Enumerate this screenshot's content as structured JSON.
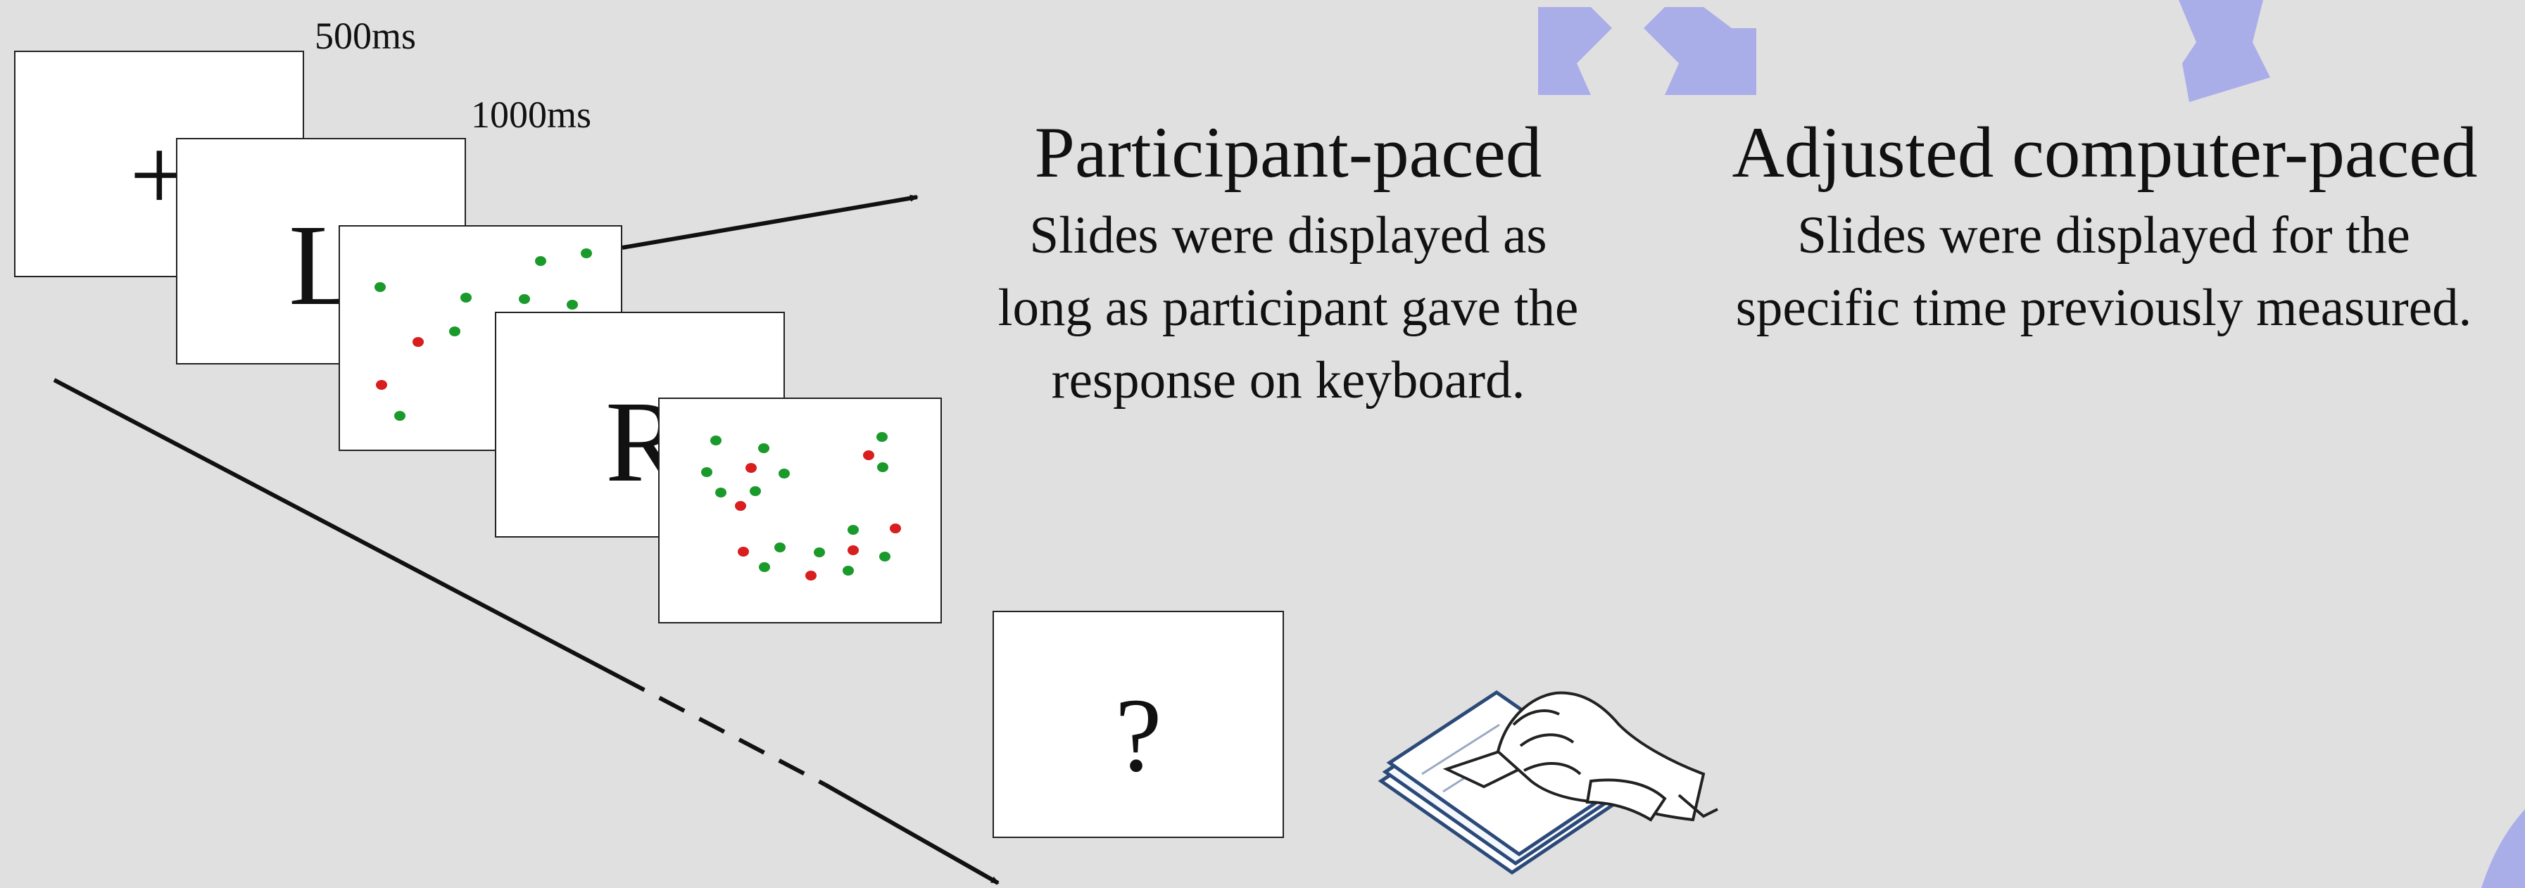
{
  "timing": {
    "fixation": "500ms",
    "letter": "1000ms"
  },
  "slides": {
    "fixation_symbol": "+",
    "letter_left": "L",
    "letter_right": "R",
    "question_symbol": "?"
  },
  "conditions": [
    {
      "title": "Participant-paced",
      "lines": [
        "Slides were displayed as",
        "long as participant gave the",
        "response on keyboard."
      ]
    },
    {
      "title": "Adjusted computer-paced",
      "lines": [
        "Slides were displayed for the",
        "specific time previously measured."
      ]
    }
  ],
  "colors": {
    "background": "#e0e0e0",
    "arrow_decor": "#a9aee8",
    "dot_green": "#1a9a2a",
    "dot_red": "#d81e1e",
    "ink": "#111111"
  },
  "icons": {
    "writing": "hand-writing-on-paper-icon",
    "decor_arrows": "curved-blue-arrows"
  }
}
